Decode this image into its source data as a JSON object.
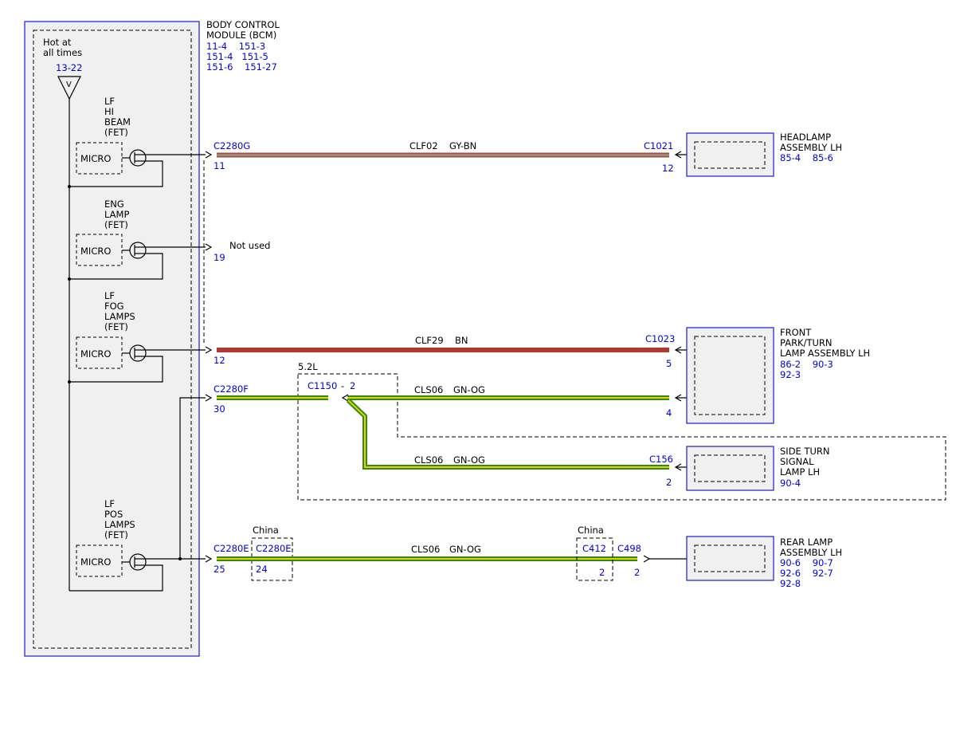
{
  "bcm": {
    "title_line1": "BODY CONTROL",
    "title_line2": "MODULE (BCM)",
    "refs_line1": "11-4    151-3",
    "refs_line2": "151-4   151-5",
    "refs_line3": "151-6    151-27",
    "hot_line1": "Hot at",
    "hot_line2": "all times",
    "hot_ref": "13-22",
    "hot_symbol": "V"
  },
  "circuits": [
    {
      "label_lines": [
        "LF",
        "HI",
        "BEAM",
        "(FET)"
      ],
      "micro": "MICRO"
    },
    {
      "label_lines": [
        "ENG",
        "LAMP",
        "(FET)"
      ],
      "micro": "MICRO"
    },
    {
      "label_lines": [
        "LF",
        "FOG",
        "LAMPS",
        "(FET)"
      ],
      "micro": "MICRO"
    },
    {
      "label_lines": [
        "LF",
        "POS",
        "LAMPS",
        "(FET)"
      ],
      "micro": "MICRO"
    }
  ],
  "wires": {
    "w1": {
      "start_conn": "C2280G",
      "start_pin": "11",
      "circuit": "CLF02",
      "color": "GY-BN",
      "end_conn": "C1021",
      "end_pin": "12"
    },
    "w2": {
      "start_pin": "19",
      "note": "Not used"
    },
    "w3": {
      "start_pin": "12",
      "circuit": "CLF29",
      "color": "BN",
      "end_conn": "C1023",
      "end_pin": "5"
    },
    "w4": {
      "start_conn": "C2280F",
      "start_pin": "30",
      "splice_conn": "C1150",
      "splice_pin": "2",
      "circuit": "CLS06",
      "color": "GN-OG",
      "end_pin": "4"
    },
    "w5": {
      "circuit": "CLS06",
      "color": "GN-OG",
      "end_conn": "C156",
      "end_pin": "2"
    },
    "w6": {
      "start_conn": "C2280E",
      "start_pin": "25",
      "china_conn": "C2280E",
      "china_pin": "24",
      "circuit": "CLS06",
      "color": "GN-OG",
      "china2_conn": "C412",
      "china2_pin": "2",
      "end_conn": "C498",
      "end_pin": "2"
    }
  },
  "option_5_2l": "5.2L",
  "china_label": "China",
  "components": {
    "headlamp": {
      "line1": "HEADLAMP",
      "line2": "ASSEMBLY LH",
      "refs": "85-4    85-6"
    },
    "front": {
      "line1": "FRONT",
      "line2": "PARK/TURN",
      "line3": "LAMP ASSEMBLY LH",
      "refs1": "86-2    90-3",
      "refs2": "92-3"
    },
    "side": {
      "line1": "SIDE TURN",
      "line2": "SIGNAL",
      "line3": "LAMP LH",
      "refs": "90-4"
    },
    "rear": {
      "line1": "REAR LAMP",
      "line2": "ASSEMBLY LH",
      "refs1": "90-6    90-7",
      "refs2": "92-6    92-7",
      "refs3": "92-8"
    }
  },
  "colors": {
    "gy_bn_gray": "#9a9a9a",
    "gy_bn_brown": "#a0523f",
    "bn": "#b03a32",
    "gn": "#2f8a1c",
    "og": "#e9d100",
    "blue": "#0000e0"
  }
}
